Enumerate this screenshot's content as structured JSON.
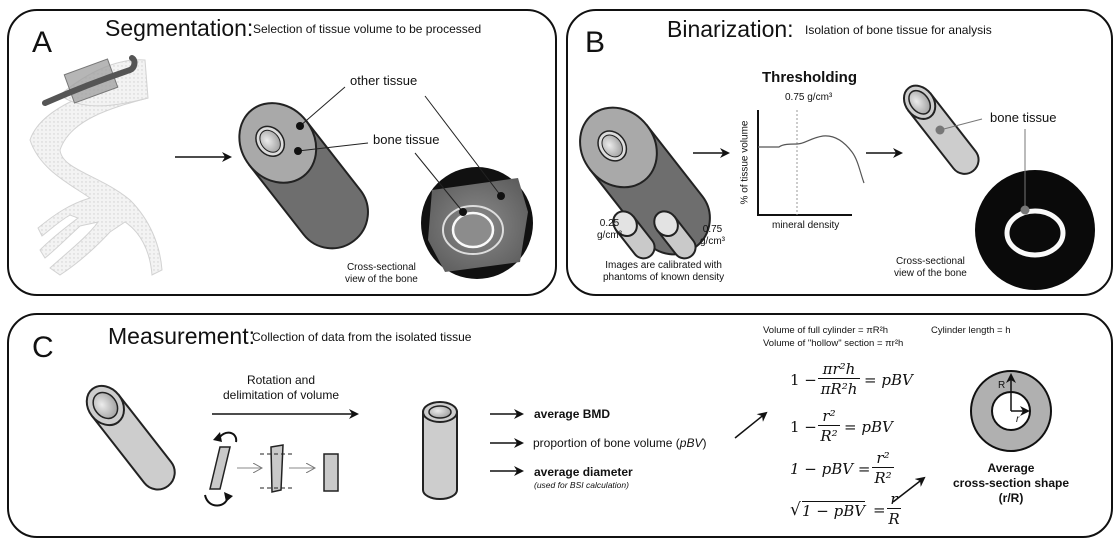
{
  "panels": {
    "A": {
      "letter": "A",
      "title": "Segmentation:",
      "subtitle": "Selection of tissue volume to be processed",
      "labels": {
        "other_tissue": "other tissue",
        "bone_tissue": "bone tissue",
        "cross_section_line1": "Cross-sectional",
        "cross_section_line2": "view of the bone"
      }
    },
    "B": {
      "letter": "B",
      "title": "Binarization:",
      "subtitle": "Isolation of bone tissue for analysis",
      "thresholding": {
        "title": "Thresholding",
        "threshold_label": "0.75 g/cm³",
        "ylabel": "% of tissue volume",
        "xlabel": "mineral density"
      },
      "phantoms": {
        "low_value": "0.25",
        "low_unit": "g/cm³",
        "high_value": "0.75",
        "high_unit": "g/cm³"
      },
      "calibration_line1": "Images are calibrated with",
      "calibration_line2": "phantoms of known density",
      "bone_tissue": "bone tissue",
      "cross_section_line1": "Cross-sectional",
      "cross_section_line2": "view of the bone"
    },
    "C": {
      "letter": "C",
      "title": "Measurement:",
      "subtitle": "Collection of data from the isolated tissue",
      "rotation_line1": "Rotation and",
      "rotation_line2": "delimitation of volume",
      "outputs": [
        {
          "text": "average BMD",
          "bold": true
        },
        {
          "text": "proportion of bone volume (",
          "var": "pBV",
          "tail": ")"
        },
        {
          "text": "average diameter",
          "bold": true,
          "note": "(used for BSI calculation)"
        }
      ],
      "formulas": {
        "full_cylinder": "Volume of full cylinder = πR²h",
        "hollow_section": "Volume of \"hollow\" section = πr²h",
        "cylinder_length": "Cylinder length = h",
        "eq1_lhs": "1 −",
        "eq1_num": "πr²h",
        "eq1_den": "πR²h",
        "eq1_rhs": "= pBV",
        "eq2_lhs": "1 −",
        "eq2_num": "r²",
        "eq2_den": "R²",
        "eq2_rhs": "= pBV",
        "eq3_lhs": "1 − pBV =",
        "eq3_num": "r²",
        "eq3_den": "R²",
        "eq4_lhs": "√",
        "eq4_rad": "1 − pBV",
        "eq4_eq": "=",
        "eq4_num": "r",
        "eq4_den": "R"
      },
      "shape": {
        "R_label": "R",
        "r_label": "r",
        "caption_line1": "Average",
        "caption_line2": "cross-section shape",
        "caption_line3": "(r/R)"
      }
    }
  }
}
